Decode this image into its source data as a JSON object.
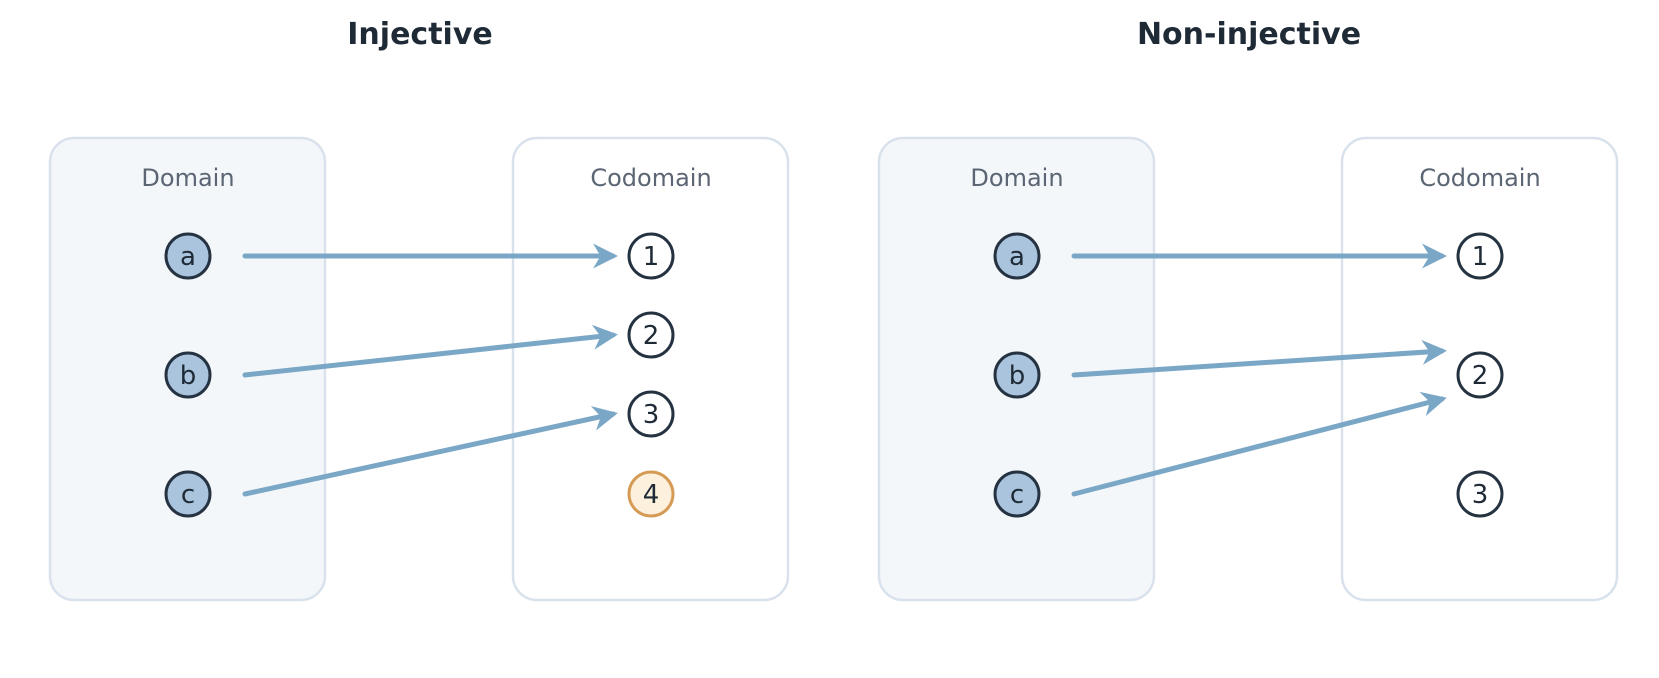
{
  "colors": {
    "domain_fill": "#f4f7fa",
    "codomain_fill": "#ffffff",
    "box_stroke": "#d9e2ec",
    "domain_node_fill": "#a9c4dc",
    "codomain_node_fill": "#ffffff",
    "highlight_node_fill": "#fdf0dc",
    "highlight_node_stroke": "#d59b55",
    "node_stroke": "#253241",
    "arrow": "#7ba7c7"
  },
  "panels": [
    {
      "title": "Injective",
      "domain_label": "Domain",
      "codomain_label": "Codomain",
      "domain": [
        "a",
        "b",
        "c"
      ],
      "codomain": [
        "1",
        "2",
        "3",
        "4"
      ],
      "highlighted_codomain": [
        "4"
      ],
      "mapping": [
        [
          "a",
          "1"
        ],
        [
          "b",
          "2"
        ],
        [
          "c",
          "3"
        ]
      ]
    },
    {
      "title": "Non-injective",
      "domain_label": "Domain",
      "codomain_label": "Codomain",
      "domain": [
        "a",
        "b",
        "c"
      ],
      "codomain": [
        "1",
        "2",
        "3"
      ],
      "highlighted_codomain": [],
      "mapping": [
        [
          "a",
          "1"
        ],
        [
          "b",
          "2"
        ],
        [
          "c",
          "2"
        ]
      ]
    }
  ]
}
